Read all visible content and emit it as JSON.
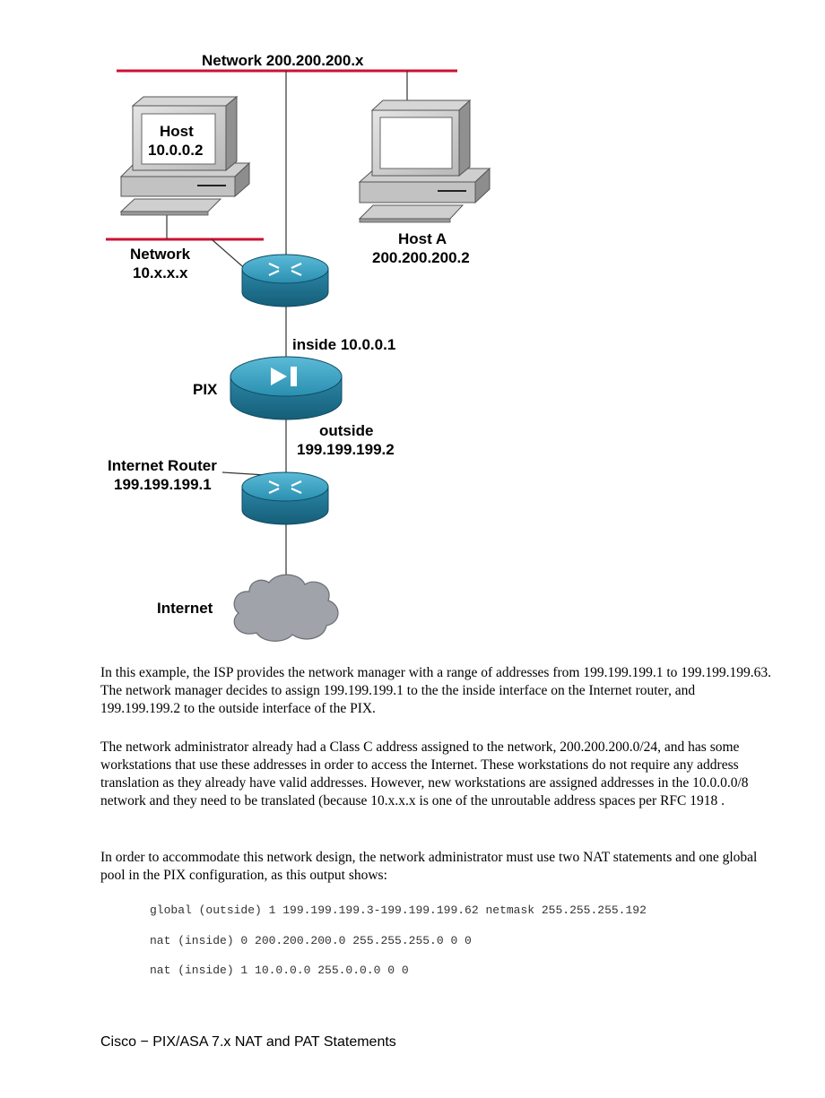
{
  "diagram": {
    "network_200_label": "Network 200.200.200.x",
    "host_name": "Host",
    "host_ip": "10.0.0.2",
    "network_10_line1": "Network",
    "network_10_line2": "10.x.x.x",
    "host_a_name": "Host A",
    "host_a_ip": "200.200.200.2",
    "inside_label": "inside 10.0.0.1",
    "pix_label": "PIX",
    "outside_line1": "outside",
    "outside_line2": "199.199.199.2",
    "router_line1": "Internet Router",
    "router_line2": "199.199.199.1",
    "internet_label": "Internet",
    "colors": {
      "network_line": "#cc1133",
      "router": "#2a8fb0",
      "cloud": "#a0a4aa"
    }
  },
  "paragraphs": [
    "In this example, the ISP provides the network manager with a range of addresses from 199.199.199.1 to 199.199.199.63. The network manager decides to assign 199.199.199.1 to the the inside interface on the Internet router, and 199.199.199.2 to the outside interface of the PIX.",
    "The network administrator already had a Class C address assigned to the network, 200.200.200.0/24, and has some workstations that use these addresses in order to access the Internet. These workstations do not require any address translation as they already have valid addresses. However, new workstations are assigned addresses in the 10.0.0.0/8 network and they need to be translated (because 10.x.x.x is one of the unroutable address spaces per RFC 1918 .",
    "In order to accommodate this network design, the network administrator must use two NAT statements and one global pool in the PIX configuration, as this output shows:"
  ],
  "code_lines": [
    "global (outside) 1 199.199.199.3-199.199.199.62 netmask 255.255.255.192",
    "nat (inside) 0 200.200.200.0 255.255.255.0 0 0",
    "nat (inside) 1 10.0.0.0 255.0.0.0 0 0"
  ],
  "footer": "Cisco − PIX/ASA 7.x NAT and PAT Statements"
}
